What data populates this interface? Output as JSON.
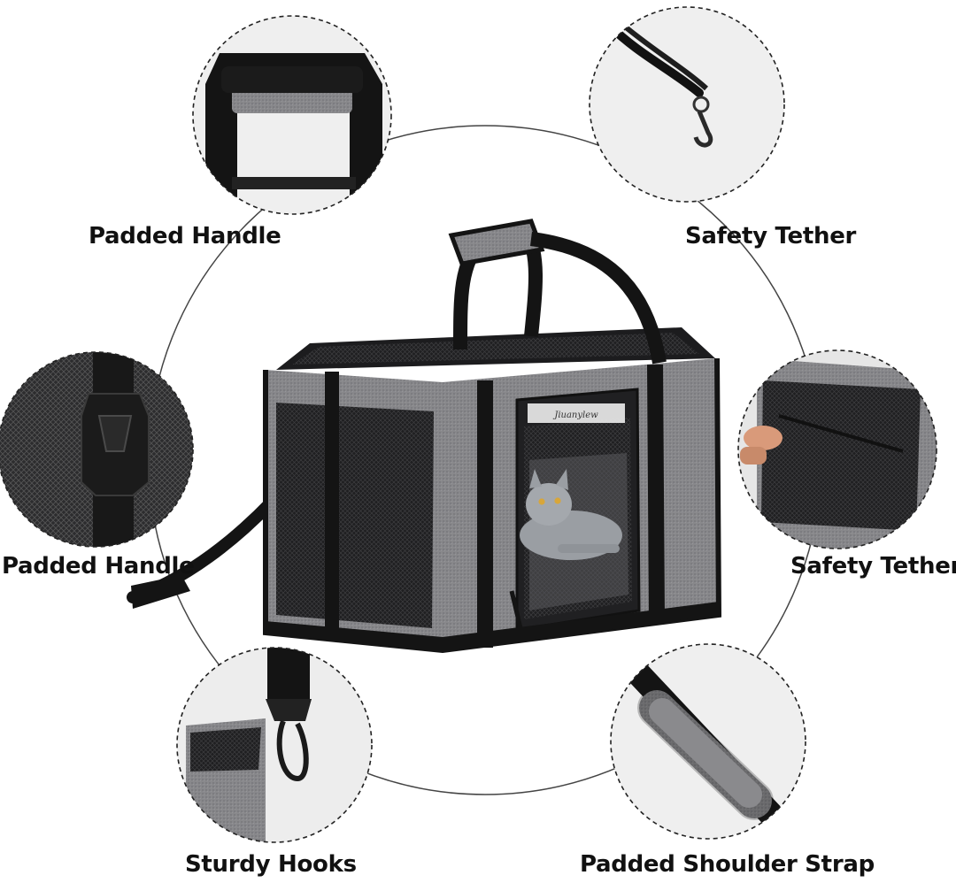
{
  "labels": {
    "top_left": "Padded Handle",
    "top_right": "Safety Tether",
    "middle_left": "Padded Handle",
    "middle_right": "Safety Tether",
    "bottom_left": "Sturdy Hooks",
    "bottom_right": "Padded Shoulder Strap"
  },
  "product": {
    "brand_tag": "Jiuanylew"
  },
  "colors": {
    "fabric_gray": "#8a8a8d",
    "fabric_dark": "#6e6e72",
    "trim_black": "#141414",
    "mesh": "#2a2a2c",
    "cat": "#9a9ea3",
    "cat_eye": "#d8a63a",
    "dashed_circle": "#222222",
    "connector_arc": "#333333"
  },
  "icons": [
    "padded-handle-detail",
    "safety-tether-clip-detail",
    "buckle-detail",
    "zipper-pull-detail",
    "sturdy-hook-detail",
    "shoulder-pad-detail"
  ]
}
